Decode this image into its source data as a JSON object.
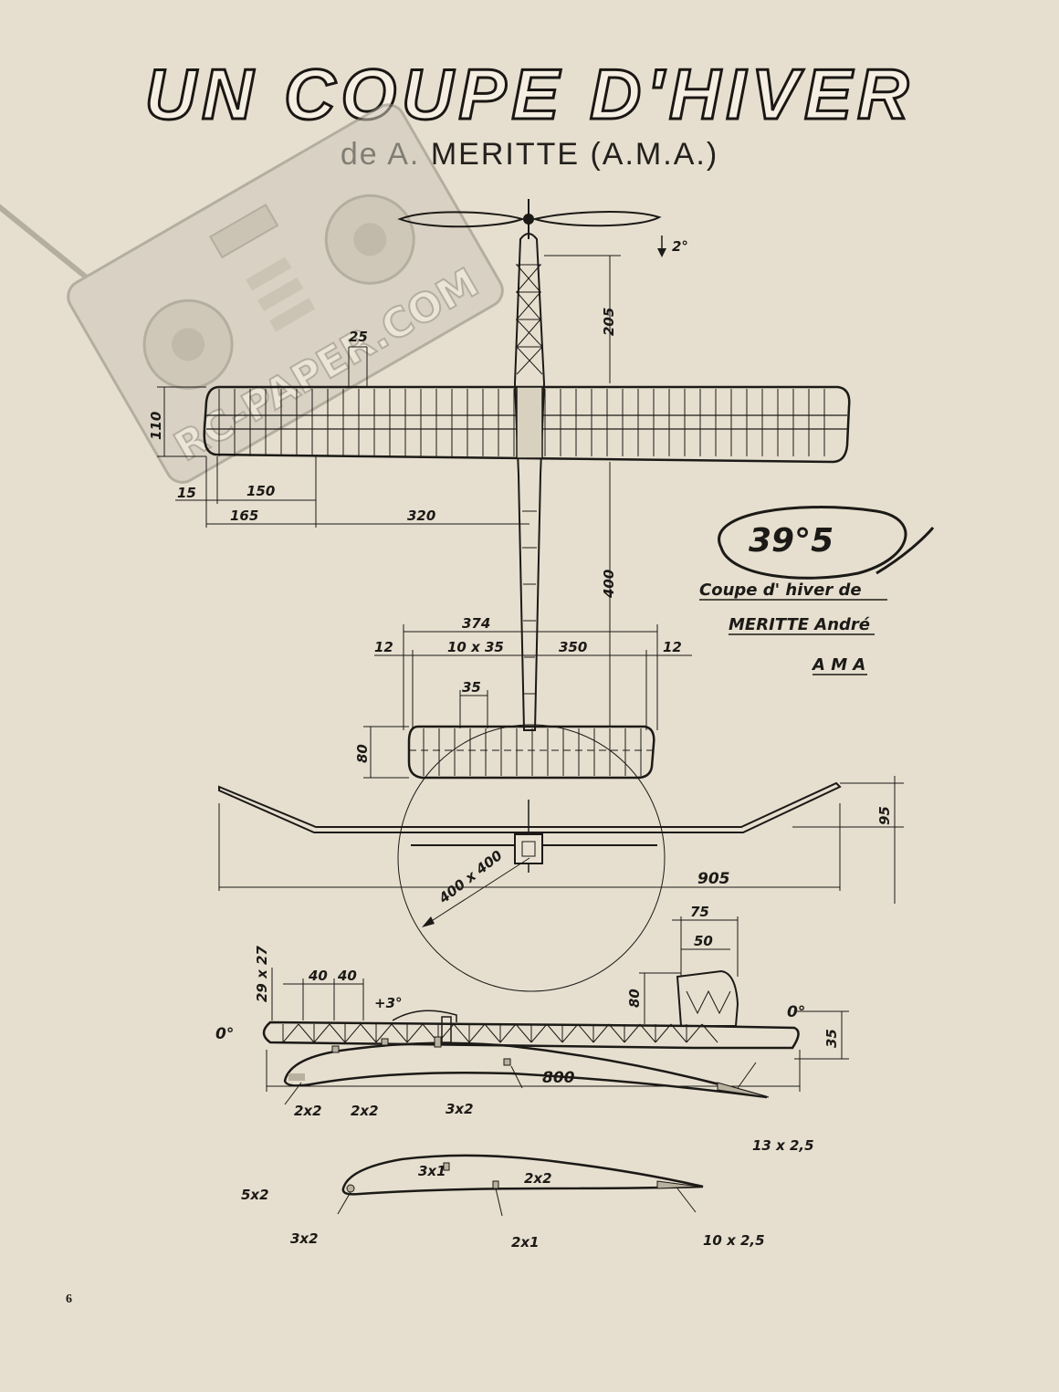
{
  "header": {
    "title": "UN COUPE D'HIVER",
    "subtitle": "de A. MERITTE (A.M.A.)"
  },
  "watermark": {
    "text": "RC-PAPER.COM"
  },
  "badge": {
    "number": "39°5",
    "line1": "Coupe d' hiver de",
    "line2": "MERITTE André",
    "line3": "A M A"
  },
  "plan_view_dims": {
    "prop_angle": "2°",
    "nose_to_wing": "205",
    "rib_spacing": "25",
    "wing_chord": "110",
    "tip_offset": "15",
    "panel_inner": "150",
    "panel_outer": "165",
    "half_span": "320",
    "wing_to_stab": "400",
    "stab_span": "374",
    "stab_tip_left": "12",
    "stab_ribs": "10 x 35",
    "stab_half": "350",
    "stab_tip_right": "12",
    "stab_rib_spacing": "35",
    "stab_chord": "80"
  },
  "front_view_dims": {
    "dihedral_height": "95",
    "span": "905",
    "fuselage_section": "400 x 400"
  },
  "side_view_dims": {
    "fin_top": "75",
    "fin_inner": "50",
    "fin_height": "80",
    "section": "29 x 27",
    "spacing_a": "40",
    "spacing_b": "40",
    "wing_incidence": "+3°",
    "nose_angle": "0°",
    "tail_angle": "0°",
    "tail_height": "35",
    "length": "800"
  },
  "profile_dims": {
    "spar_a": "2x2",
    "spar_b": "2x2",
    "spar_c": "3x2",
    "trailing_edge": "13 x 2,5",
    "leading_edge": "5x2",
    "lower_spar": "2x2",
    "stab_spar_top": "3x1",
    "stab_le": "3x2",
    "stab_spar_bottom": "2x1",
    "stab_te": "10 x 2,5"
  },
  "footer": {
    "page_number": "6"
  }
}
